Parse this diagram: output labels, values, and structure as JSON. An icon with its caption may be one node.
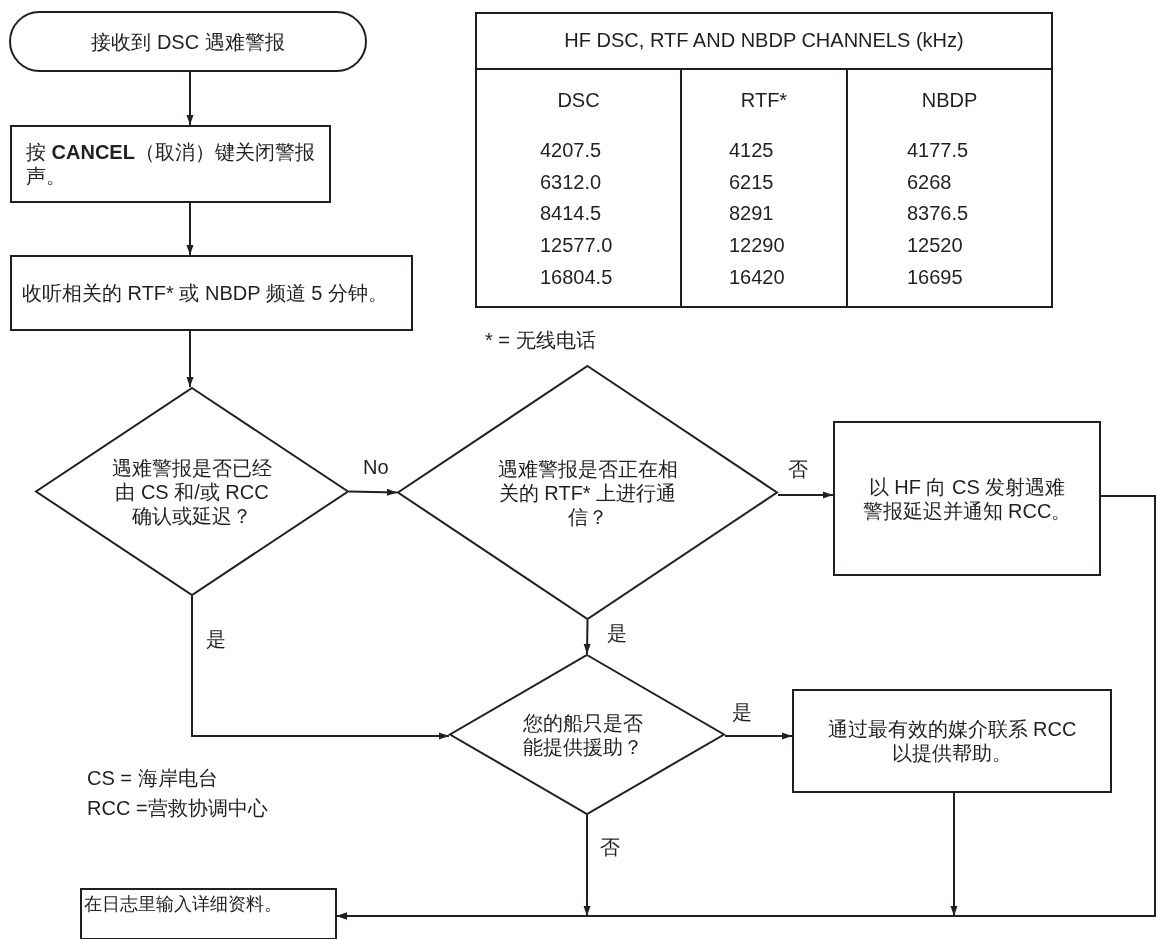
{
  "diagram": {
    "nodes": [
      {
        "text": [
          "接收到 DSC 遇难警报"
        ]
      },
      {
        "text": [
          "按 **CANCEL**（取消）键关闭警报声。"
        ]
      },
      {
        "text": [
          "收听相关的 RTF* 或 NBDP 频道 5 分钟。"
        ]
      },
      {
        "text": [
          "遇难警报是否已经由 CS 和/或 RCC 确认或延迟？"
        ]
      },
      {
        "text": [
          "遇难警报是否正在相关的 RTF* 上进行通信？"
        ]
      },
      {
        "text": [
          "以 HF 向 CS 发射遇难警报延迟并通知 RCC。"
        ]
      },
      {
        "text": [
          "您的船只是否能提供援助？"
        ]
      },
      {
        "text": [
          "通过最有效的媒介联系 RCC 以提供帮助。"
        ]
      },
      {
        "text": [
          "在日志里输入详细资料。"
        ]
      }
    ],
    "edges": [
      {
        "from": 0,
        "to": 1,
        "arrow": "to"
      },
      {
        "from": 1,
        "to": 2,
        "arrow": "to"
      },
      {
        "from": 2,
        "to": 3,
        "arrow": "to"
      },
      {
        "from": 3,
        "to": 4,
        "arrow": "to",
        "label": "No"
      },
      {
        "from": 4,
        "to": 5,
        "arrow": "to",
        "label": "否"
      },
      {
        "from": 3,
        "to": 6,
        "arrow": "to",
        "label": "是"
      },
      {
        "from": 4,
        "to": 6,
        "arrow": "to",
        "label": "是"
      },
      {
        "from": 6,
        "to": 7,
        "arrow": "to",
        "label": "是"
      },
      {
        "from": 6,
        "to": 8,
        "arrow": "to",
        "label": "否"
      },
      {
        "from": 7,
        "to": 8,
        "arrow": "to"
      },
      {
        "from": 5,
        "to": 8,
        "arrow": "to"
      }
    ],
    "labels": [
      "HF DSC, RTF AND NBDP CHANNELS (kHz)",
      "DSC",
      "RTF*",
      "NBDP",
      "4207.5",
      "4125",
      "4177.5",
      "6312.0",
      "6215",
      "6268",
      "8414.5",
      "8291",
      "8376.5",
      "12577.0",
      "12290",
      "12520",
      "16804.5",
      "16420",
      "16695",
      "* = 无线电话",
      "CS = 海岸电台",
      "RCC =营救协调中心"
    ]
  }
}
